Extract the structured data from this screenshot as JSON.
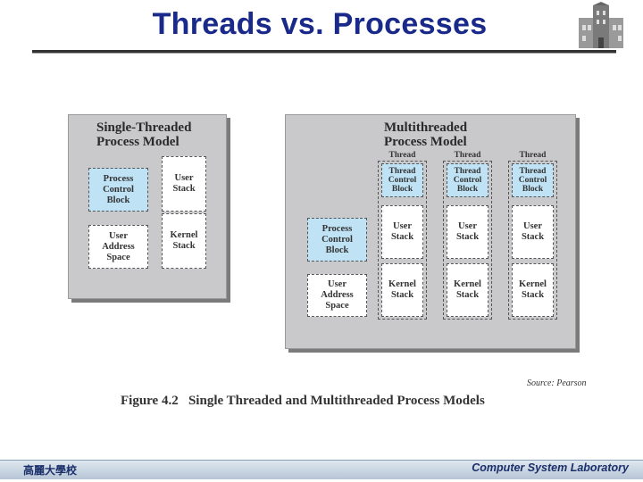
{
  "slide": {
    "title": "Threads vs. Processes"
  },
  "single": {
    "title_line1": "Single-Threaded",
    "title_line2": "Process Model",
    "pcb": [
      "Process",
      "Control",
      "Block"
    ],
    "user_stack": [
      "User",
      "Stack"
    ],
    "user_space": [
      "User",
      "Address",
      "Space"
    ],
    "kernel_stack": [
      "Kernel",
      "Stack"
    ]
  },
  "multi": {
    "title_line1": "Multithreaded",
    "title_line2": "Process Model",
    "thread_label": "Thread",
    "tcb": [
      "Thread",
      "Control",
      "Block"
    ],
    "pcb": [
      "Process",
      "Control",
      "Block"
    ],
    "user_stack": [
      "User",
      "Stack"
    ],
    "user_space": [
      "User",
      "Address",
      "Space"
    ],
    "kernel_stack": [
      "Kernel",
      "Stack"
    ]
  },
  "source": "Source: Pearson",
  "caption": "Figure 4.2   Single Threaded and Multithreaded Process Models",
  "footer": {
    "left": "高麗大學校",
    "right": "Computer System Laboratory"
  },
  "colors": {
    "title": "#1a2a8a",
    "panel": "#c9c9cc",
    "control_block": "#bfe2f5"
  }
}
